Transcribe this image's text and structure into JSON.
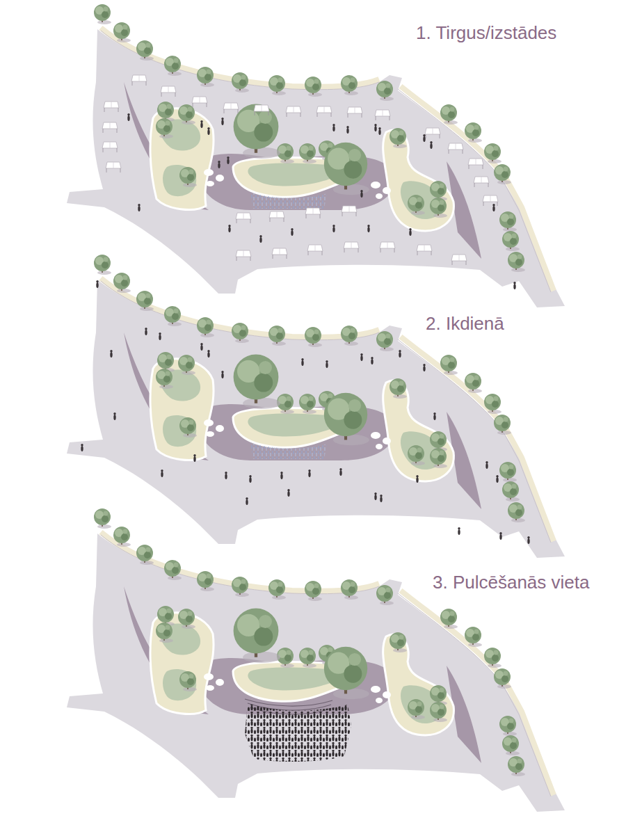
{
  "diagram": {
    "labels": [
      "1. Tirgus/izstādes",
      "2. Ikdienā",
      "3. Pulcēšanās vieta"
    ]
  }
}
